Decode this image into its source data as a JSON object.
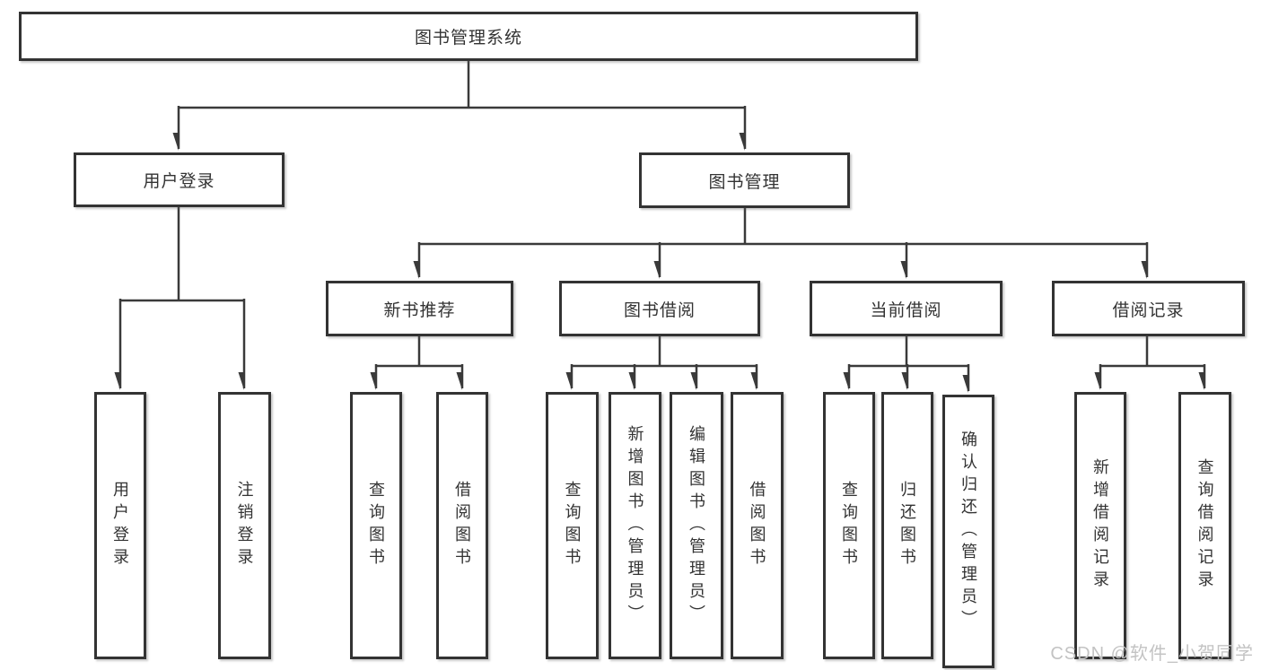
{
  "diagram": {
    "root": {
      "label": "图书管理系统"
    },
    "level2": [
      {
        "label": "用户登录"
      },
      {
        "label": "图书管理"
      }
    ],
    "level3": [
      {
        "label": "新书推荐"
      },
      {
        "label": "图书借阅"
      },
      {
        "label": "当前借阅"
      },
      {
        "label": "借阅记录"
      }
    ],
    "leaves": [
      {
        "label": "用户登录"
      },
      {
        "label": "注销登录"
      },
      {
        "label": "查询图书"
      },
      {
        "label": "借阅图书"
      },
      {
        "label": "查询图书"
      },
      {
        "label": "新增图书（管理员）"
      },
      {
        "label": "编辑图书（管理员）"
      },
      {
        "label": "借阅图书"
      },
      {
        "label": "查询图书"
      },
      {
        "label": "归还图书"
      },
      {
        "label": "确认归还（管理员）"
      },
      {
        "label": "新增借阅记录"
      },
      {
        "label": "查询借阅记录"
      }
    ],
    "watermark": "CSDN @软件_小贺同学",
    "colors": {
      "line": "#3a3a3a",
      "border": "#333333",
      "text": "#333333",
      "watermark": "#c3c3c3",
      "background": "#ffffff"
    }
  }
}
